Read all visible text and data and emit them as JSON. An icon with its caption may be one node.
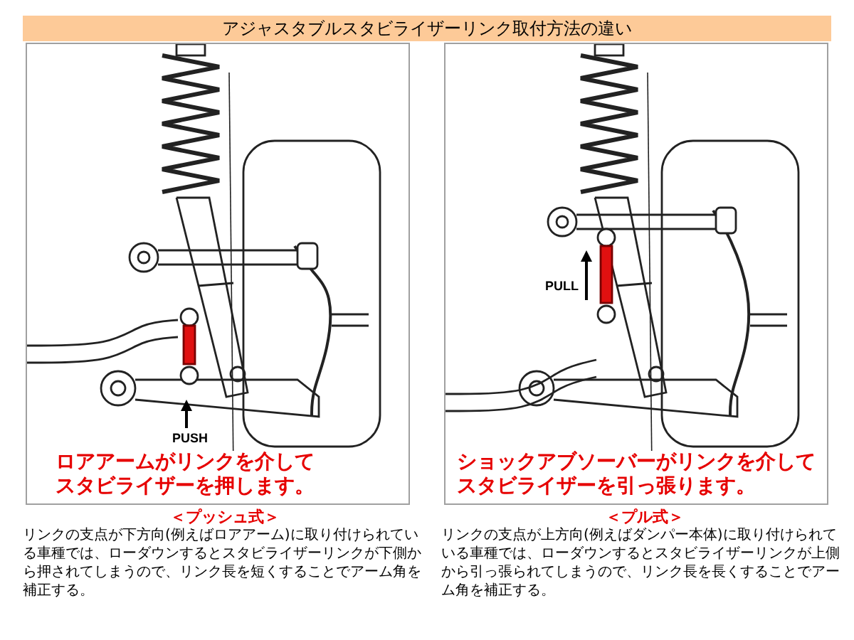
{
  "diagram": {
    "title": "アジャスタブルスタビライザーリンク取付方法の違い",
    "nodes": [
      {
        "text": [
          "ロアアームがリンクを介してスタビライザーを押します。"
        ],
        "beside": [
          "＜プッシュ式＞",
          "リンクの支点が下方向(例えばロアアーム)に取り付けられている車種では、ローダウンするとスタビライザーリンクが下側から押されてしまうので、リンク長を短くすることでアーム角を補正する。"
        ]
      },
      {
        "text": [
          "ショックアブソーバーがリンクを介してスタビライザーを引っ張ります。"
        ],
        "beside": [
          "＜プル式＞",
          "リンクの支点が上方向(例えばダンパー本体)に取り付けられている車種では、ローダウンするとスタビライザーリンクが上側から引っ張られてしまうので、リンク長を長くすることでアーム角を補正する。"
        ]
      }
    ],
    "labels": [
      "PUSH",
      "PULL"
    ]
  }
}
